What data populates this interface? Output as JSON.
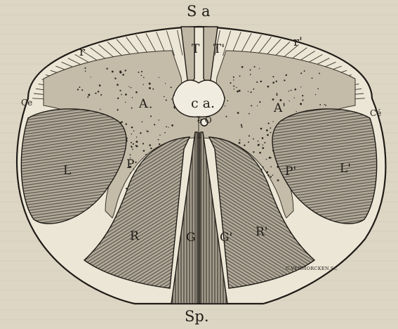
{
  "labels": {
    "top": "S a",
    "bottom": "Sp.",
    "ce_left": "Ce",
    "ce_right": "Cé",
    "r_left": "r",
    "r_right": "r'",
    "t_left": "T",
    "t_right": "T'",
    "a_left": "A",
    "a_right": "A'",
    "ca": "c a.",
    "eo": "e O",
    "l_left": "L",
    "l_right": "L'",
    "p_left": "P",
    "p_right": "P'",
    "r_big_left": "R",
    "r_big_right": "R'",
    "g_left": "G",
    "g_right": "G'",
    "engraver": "C.VERMORCKEN.SC"
  },
  "colors": {
    "paper": "#ddd6c4",
    "ink": "#1f1b16",
    "hatch_fill": "#a49c8e",
    "white_matter": "#ece6d6",
    "grey_matter": "#c4bca9"
  }
}
